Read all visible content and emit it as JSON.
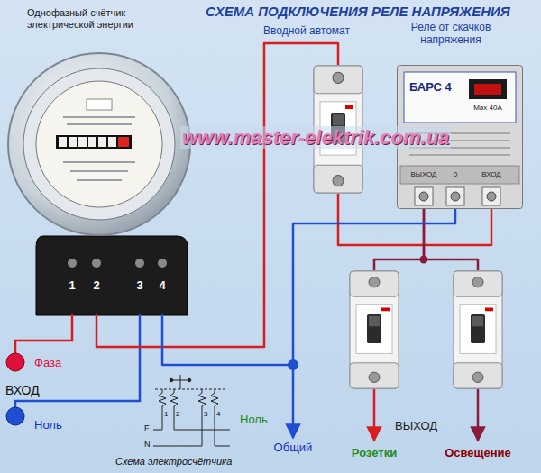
{
  "diagram": {
    "title": "СХЕМА ПОДКЛЮЧЕНИЯ РЕЛЕ НАПРЯЖЕНИЯ",
    "nodes": [
      {
        "text": [
          "Однофазный счётчик электрической энергии"
        ]
      },
      {
        "text": [
          "1"
        ],
        "in": 0
      },
      {
        "text": [
          "2"
        ],
        "in": 0
      },
      {
        "text": [
          "3"
        ],
        "in": 0
      },
      {
        "text": [
          "4"
        ],
        "in": 0
      },
      {
        "text": [
          "Вводной автомат"
        ]
      },
      {
        "text": [
          "Реле от скачков напряжения",
          "БАРС 4",
          "Max 40A",
          "ВЫХОД",
          "0",
          "ВХОД"
        ]
      },
      {
        "text": [
          "Розетки"
        ]
      },
      {
        "text": [
          "Освещение"
        ]
      }
    ],
    "edges": [
      {
        "from": 2,
        "to": 5,
        "arrow": "none"
      },
      {
        "from": 5,
        "to": 6,
        "arrow": "none"
      },
      {
        "from": 6,
        "to": 7,
        "arrow": "none"
      },
      {
        "from": 6,
        "to": 8,
        "arrow": "none"
      },
      {
        "from": 4,
        "to": 6,
        "arrow": "none"
      }
    ],
    "labels": [
      "www.master-elektrik.com.ua",
      "Фаза",
      "ВХОД",
      "Ноль",
      "Ноль",
      "Общий",
      "ВЫХОД",
      "F",
      "N",
      "1",
      "2",
      "3",
      "4",
      "Схема электросчётчика"
    ]
  }
}
